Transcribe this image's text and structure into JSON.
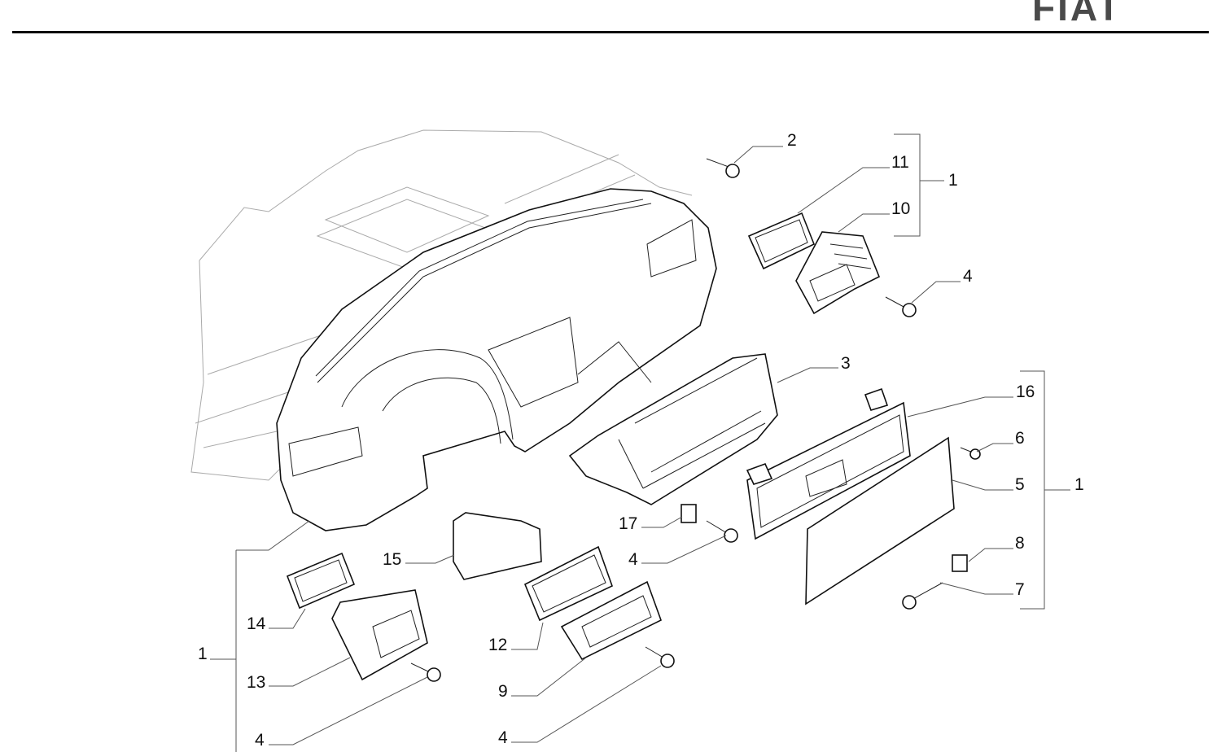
{
  "brand": {
    "logo_text": "FIAT"
  },
  "diagram": {
    "callouts": [
      {
        "id": "c2",
        "text": "2"
      },
      {
        "id": "c11",
        "text": "11"
      },
      {
        "id": "c1a",
        "text": "1"
      },
      {
        "id": "c10",
        "text": "10"
      },
      {
        "id": "c4a",
        "text": "4"
      },
      {
        "id": "c3",
        "text": "3"
      },
      {
        "id": "c16",
        "text": "16"
      },
      {
        "id": "c6",
        "text": "6"
      },
      {
        "id": "c5",
        "text": "5"
      },
      {
        "id": "c1b",
        "text": "1"
      },
      {
        "id": "c8",
        "text": "8"
      },
      {
        "id": "c7",
        "text": "7"
      },
      {
        "id": "c17",
        "text": "17"
      },
      {
        "id": "c4b",
        "text": "4"
      },
      {
        "id": "c15",
        "text": "15"
      },
      {
        "id": "c14",
        "text": "14"
      },
      {
        "id": "c12",
        "text": "12"
      },
      {
        "id": "c1c",
        "text": "1"
      },
      {
        "id": "c13",
        "text": "13"
      },
      {
        "id": "c9",
        "text": "9"
      },
      {
        "id": "c4c",
        "text": "4"
      },
      {
        "id": "c4d",
        "text": "4"
      }
    ]
  }
}
